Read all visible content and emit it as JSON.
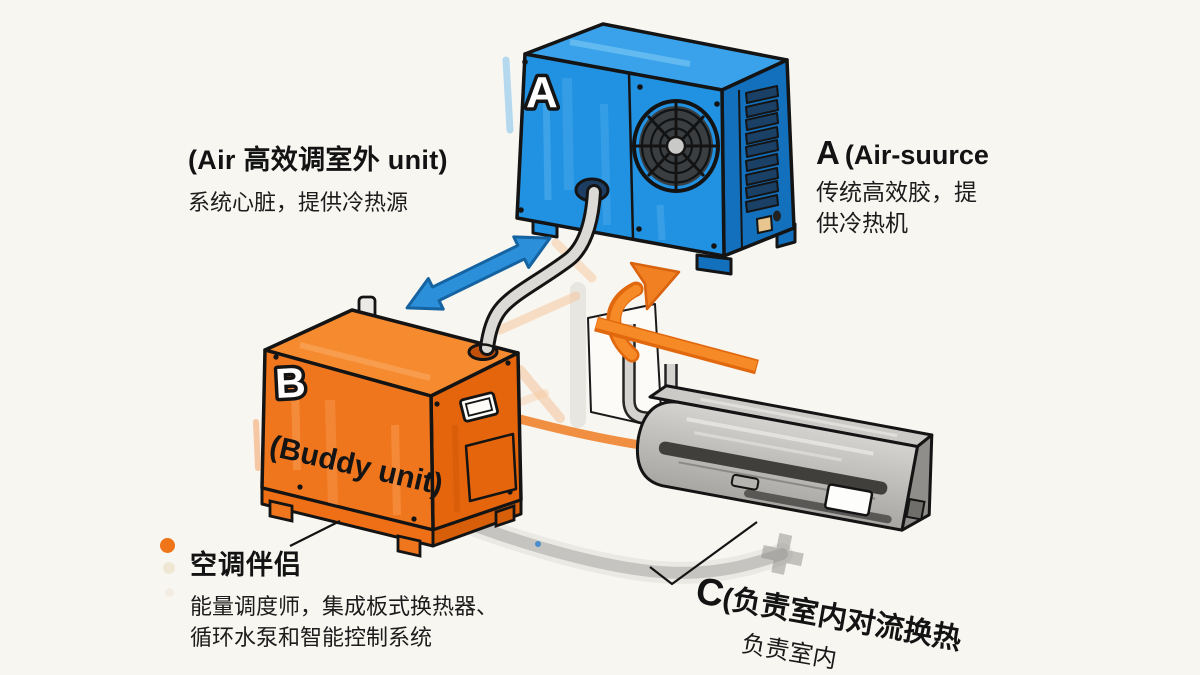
{
  "units": {
    "a": {
      "letter": "A"
    },
    "b": {
      "letter": "B",
      "caption": "(Buddy unit)"
    }
  },
  "labels": {
    "outdoor": {
      "title": "(Air 高效调室外 unit)",
      "subtitle": "系统心脏，提供冷热源"
    },
    "air_source": {
      "prefix": "A",
      "title": "(Air-suurce",
      "line1": "传统高效胶，提",
      "line2": "供冷热机"
    },
    "buddy": {
      "title": "空调伴侣",
      "line1": "能量调度师，集成板式换热器、",
      "line2": "循环水泵和智能控制系统"
    },
    "indoor": {
      "prefix": "C",
      "title": "(负责室内对流换热",
      "subtitle": "负责室内"
    }
  },
  "colors": {
    "background": "#f8f6f1",
    "unit_a_blue": "#2191e2",
    "unit_b_orange": "#f0761d",
    "unit_c_gray": "#b9b8b4",
    "arrow_blue": "#2b8fd9",
    "arrow_orange": "#f08021",
    "bullet_orange": "#f07418",
    "outline": "#131313"
  }
}
